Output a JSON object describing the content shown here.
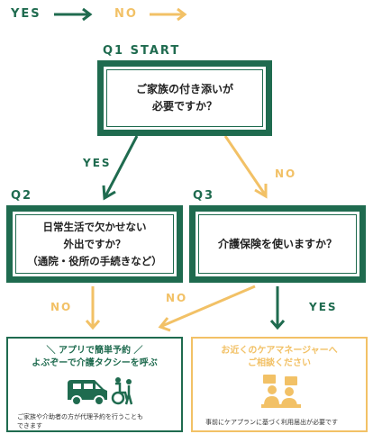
{
  "legend": {
    "yes": "YES",
    "no": "NO"
  },
  "q1": {
    "label": "Q1 START",
    "line1": "ご家族の付き添いが",
    "line2": "必要ですか？"
  },
  "q2": {
    "label": "Q2",
    "line1": "日常生活で欠かせない",
    "line2": "外出ですか？",
    "line3": "（通院・役所の手続きなど）"
  },
  "q3": {
    "label": "Q3",
    "line1": "介護保険を使いますか？"
  },
  "branches": {
    "q1_yes": "YES",
    "q1_no": "NO",
    "q2_no": "NO",
    "q3_no": "NO",
    "q3_yes": "YES"
  },
  "result_app": {
    "title_line1": "＼ アプリで簡単予約 ／",
    "title_line2": "よぶぞーで介護タクシーを呼ぶ",
    "note_line1": "ご家族や介助者の方が代理予約を行うことも",
    "note_line2": "できます"
  },
  "result_care": {
    "title_line1": "お近くのケアマネージャーへ",
    "title_line2": "ご相談ください",
    "note": "事前にケアプランに基づく利用届出が必要です"
  },
  "colors": {
    "green": "#1f6b4f",
    "yellow": "#f2c166"
  },
  "icons": [
    "arrow-right-icon",
    "taxi-van-icon",
    "wheelchair-icon",
    "consultation-icon"
  ]
}
